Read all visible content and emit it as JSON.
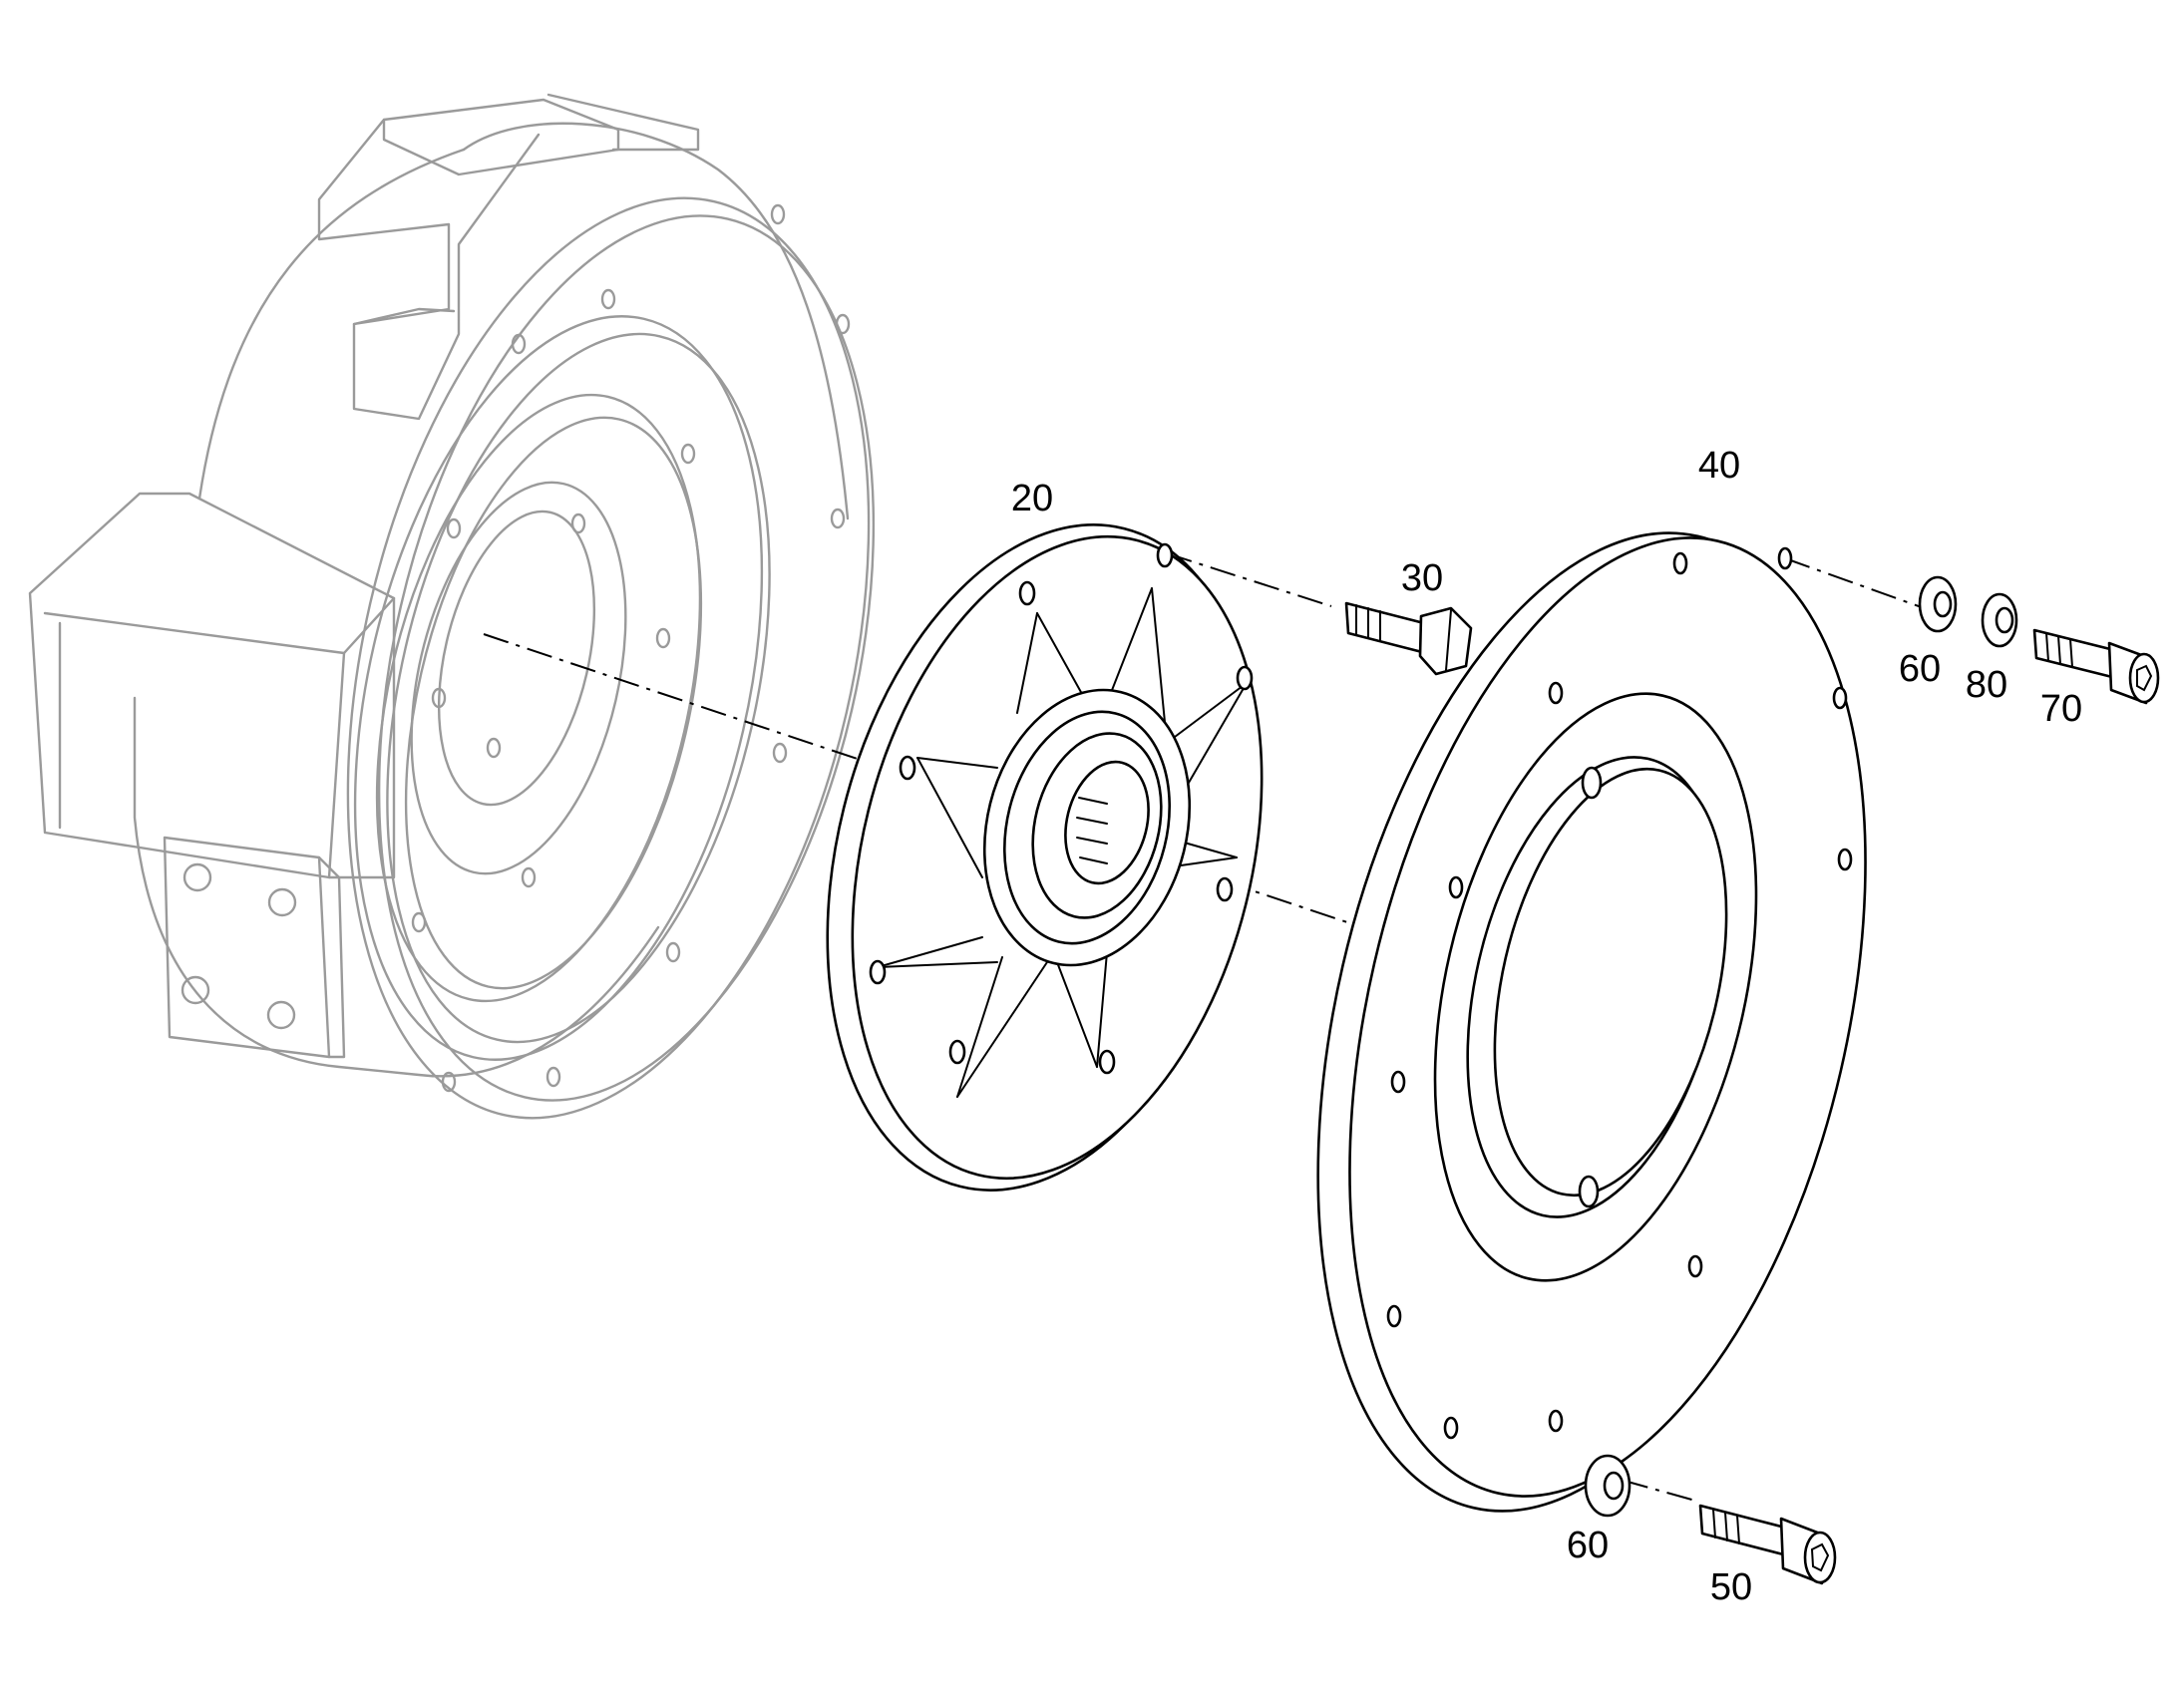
{
  "callouts": {
    "disc_20": "20",
    "bolt_30": "30",
    "plate_40": "40",
    "washer_60_top": "60",
    "washer_80": "80",
    "screw_70": "70",
    "washer_60_bottom": "60",
    "screw_50": "50"
  },
  "colors": {
    "housing_line": "#9a9a9a",
    "part_line": "#000000",
    "background": "#ffffff"
  }
}
